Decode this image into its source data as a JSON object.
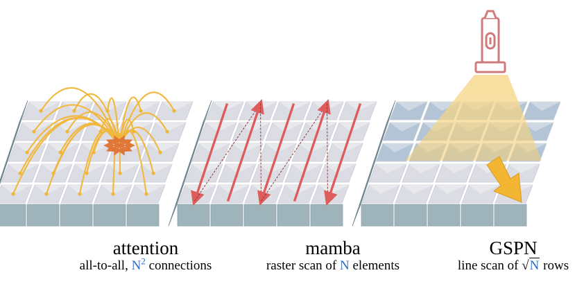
{
  "panels": [
    {
      "title": "attention",
      "caption_prefix": "all-to-all, ",
      "caption_symbol": "N",
      "caption_exponent": "2",
      "caption_suffix": " connections"
    },
    {
      "title": "mamba",
      "caption_prefix": "raster scan of ",
      "caption_symbol": "N",
      "caption_suffix": " elements"
    },
    {
      "title": "GSPN",
      "caption_prefix": "line scan of ",
      "caption_radical": "√",
      "caption_symbol": "N",
      "caption_suffix": " rows"
    }
  ],
  "colors": {
    "tile_top": "#dcdde4",
    "tile_side": "#7a939d",
    "tile_front": "#9fb3bb",
    "highlight_row": "#b3c4d6",
    "attention_arc": "#f0b63a",
    "attention_arrow": "#e0773a",
    "scan_arrow": "#dd5c5c",
    "flashlight": "#cf7b7b",
    "beam": "#f7d98e",
    "gspn_arrow": "#f2b632",
    "accent_blue": "#2f6cc0"
  },
  "icons": [
    "flashlight-icon"
  ]
}
